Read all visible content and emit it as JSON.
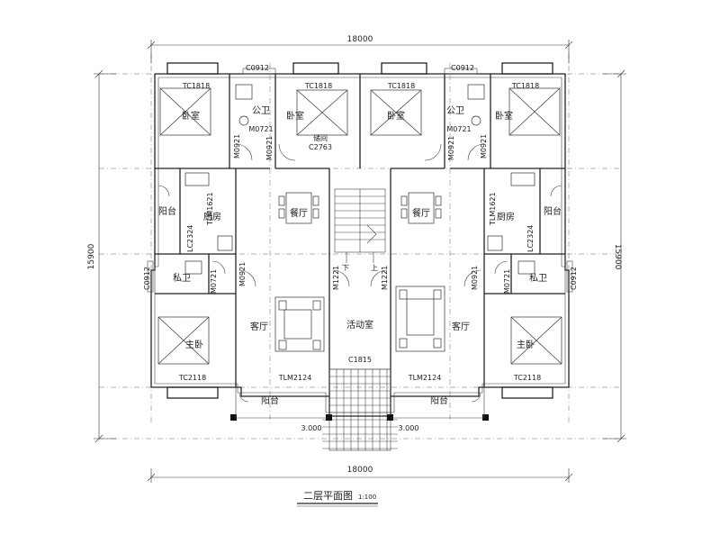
{
  "drawing": {
    "title": "二层平面图",
    "scale": "1:100",
    "dim_top": "18000",
    "dim_bottom": "18000",
    "dim_left": "15900",
    "dim_right": "15900",
    "dim_small_left": "3.000",
    "dim_small_right": "3.000"
  },
  "rooms": {
    "bedroom": "卧室",
    "public_bath": "公卫",
    "private_bath": "私卫",
    "dining": "餐厅",
    "kitchen": "厨房",
    "balcony": "阳台",
    "living": "客厅",
    "master": "主卧",
    "activity": "活动室",
    "storage": "储间"
  },
  "labels": {
    "tc1818": "TC1818",
    "tc2118": "TC2118",
    "c0912": "C0912",
    "c1815": "C1815",
    "m0921": "M0921",
    "m0721": "M0721",
    "m1221": "M1221",
    "tlm1621": "TLM1621",
    "tlm2124": "TLM2124",
    "lc2324": "LC2324",
    "c2763": "C2763",
    "stair_down": "下",
    "stair_up": "上"
  }
}
